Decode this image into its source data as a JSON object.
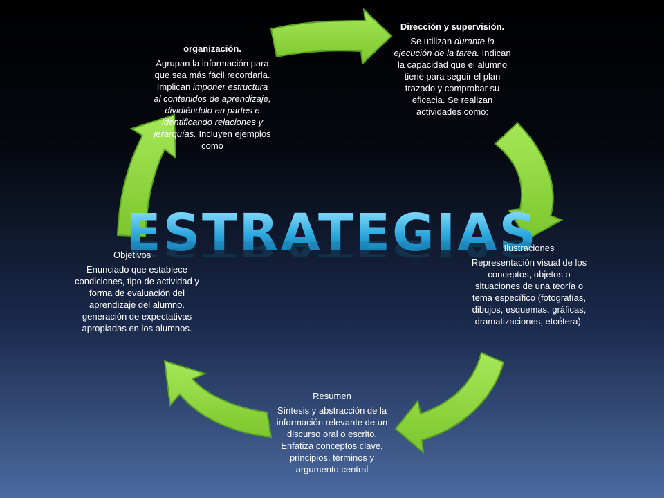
{
  "title": "ESTRATEGIAS",
  "colors": {
    "arrow": "#8bd43a",
    "arrow_edge": "#5aa021",
    "title": "#3fb6e6"
  },
  "blocks": {
    "direccion": {
      "heading": "Dirección  y supervisión.",
      "p1": "Se utilizan ",
      "p1_em": "durante la ejecución de la tarea.",
      "p2": " Indican la capacidad que el alumno tiene para seguir el plan trazado y comprobar su eficacia. Se realizan actividades como:"
    },
    "organizacion": {
      "heading": "organización.",
      "p1": "Agrupan la información para que sea más fácil recordarla. Implican ",
      "p1_em": "imponer estructura  al contenidos de aprendizaje, dividiéndolo en partes e identificando relaciones y jerarquías.",
      "p2": " Incluyen ejemplos como"
    },
    "ilustraciones": {
      "heading": "Ilustraciones",
      "body": "Representación visual de los conceptos, objetos o situaciones de una teoría o tema específico (fotografías, dibujos, esquemas, gráficas, dramatizaciones, etcétera)."
    },
    "objetivos": {
      "heading": "Objetivos",
      "body": "Enunciado que establece condiciones, tipo de actividad y forma de evaluación del aprendizaje del alumno. generación de expectativas apropiadas en los alumnos."
    },
    "resumen": {
      "heading": "Resumen",
      "body": "Síntesis y abstracción de la información relevante de un discurso oral o escrito. Enfatiza conceptos clave, principios, términos y argumento central"
    }
  }
}
